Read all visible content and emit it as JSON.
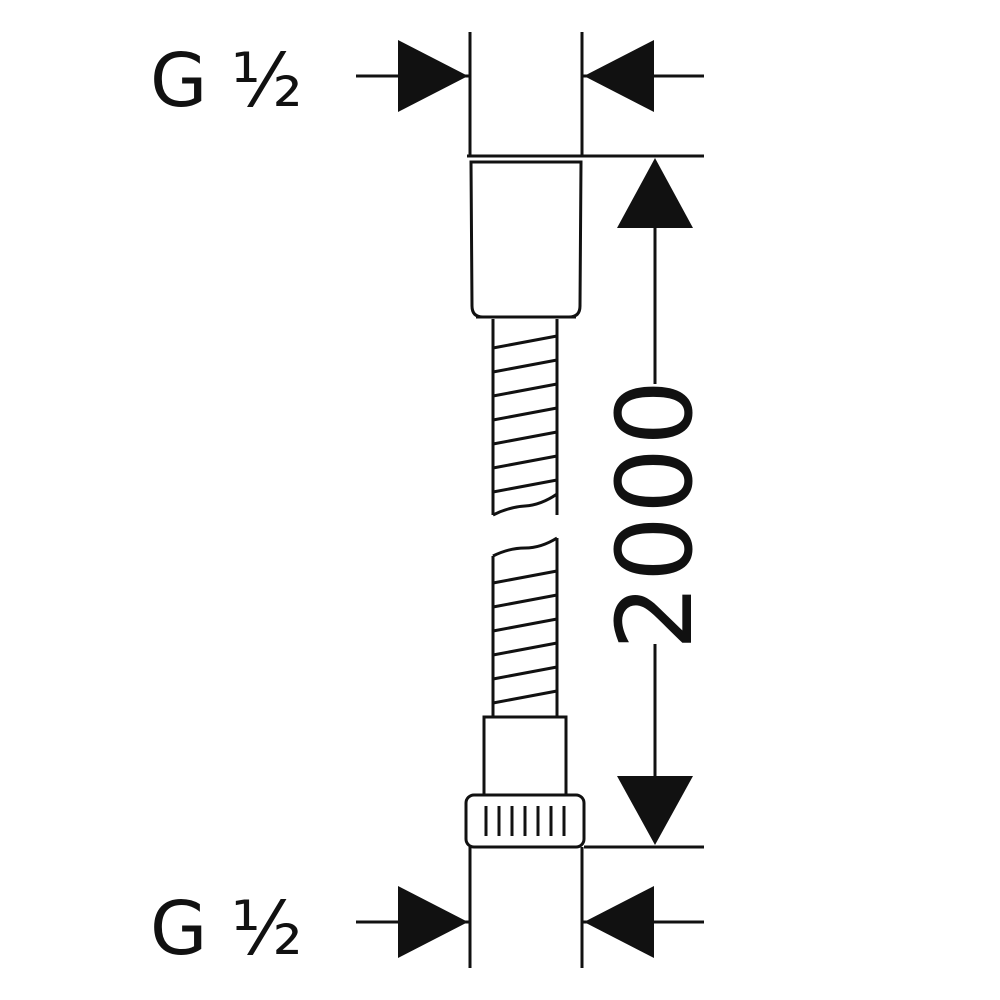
{
  "diagram": {
    "top_thread": "G ½",
    "bottom_thread": "G ½",
    "length": "2000"
  },
  "colors": {
    "line": "#111111",
    "background": "#ffffff"
  }
}
